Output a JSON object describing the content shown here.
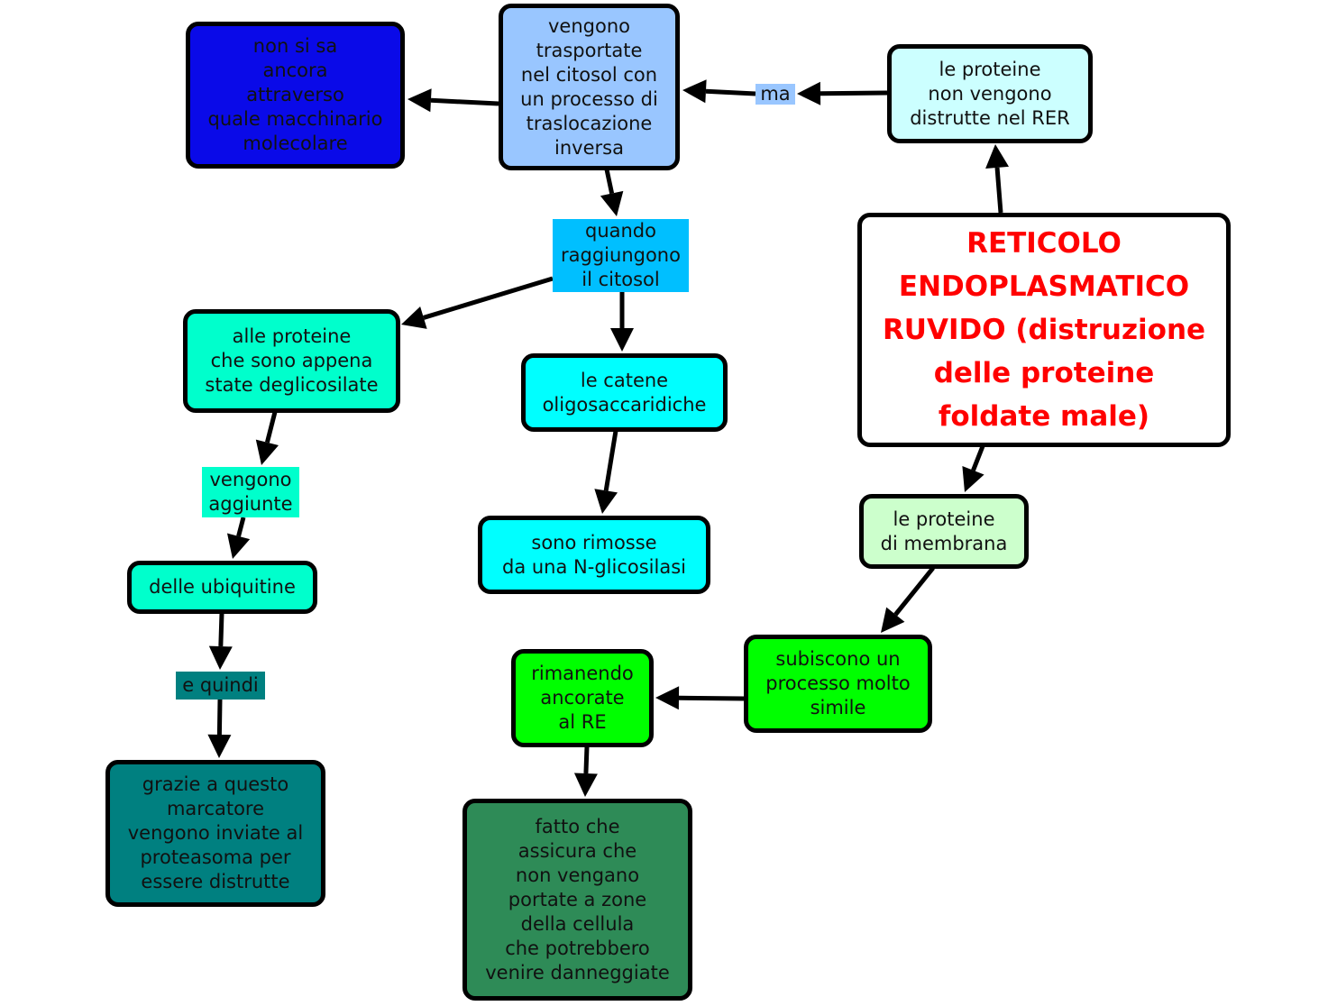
{
  "nodes": {
    "unknown": "non si sa\nancora\nattraverso\nquale macchinario\nmolecolare",
    "transport": "vengono\ntrasportate\nnel citosol con\nun processo di\ntraslocazione\ninversa",
    "ma": "ma",
    "not_destroyed": "le proteine\nnon vengono\ndistrutte nel RER",
    "main": "RETICOLO\nENDOPLASMATICO\nRUVIDO (distruzione\ndelle proteine\nfoldate male)",
    "quando": "quando\nraggiungono\nil citosol",
    "alle_proteine": "alle proteine\nche sono appena\nstate deglicosilate",
    "catene": "le catene\noligosaccaridiche",
    "vengono_aggiunte": "vengono\naggiunte",
    "rimosse": "sono rimosse\nda una N-glicosilasi",
    "ubiquitine": "delle ubiquitine",
    "e_quindi": "e quindi",
    "grazie": "grazie a questo\nmarcatore\nvengono inviate al\nproteasoma per\nessere distrutte",
    "membrana": "le proteine\ndi membrana",
    "subiscono": "subiscono un\nprocesso molto\nsimile",
    "rimanendo": "rimanendo\nancorate\nal RE",
    "fatto": "fatto che\nassicura che\nnon vengano\nportate a zone\ndella cellula\nche potrebbero\nvenire danneggiate"
  },
  "colors": {
    "unknown": "#0a0ae8",
    "transport": "#99c6ff",
    "not_destroyed": "#ccffff",
    "quando": "#00bfff",
    "teal_light": "#00ffcc",
    "cyan": "#00ffff",
    "teal_dark": "#008080",
    "membrana": "#ccffcc",
    "green": "#00ff00",
    "sea_green": "#2e8b57",
    "title_red": "#ff0000"
  }
}
